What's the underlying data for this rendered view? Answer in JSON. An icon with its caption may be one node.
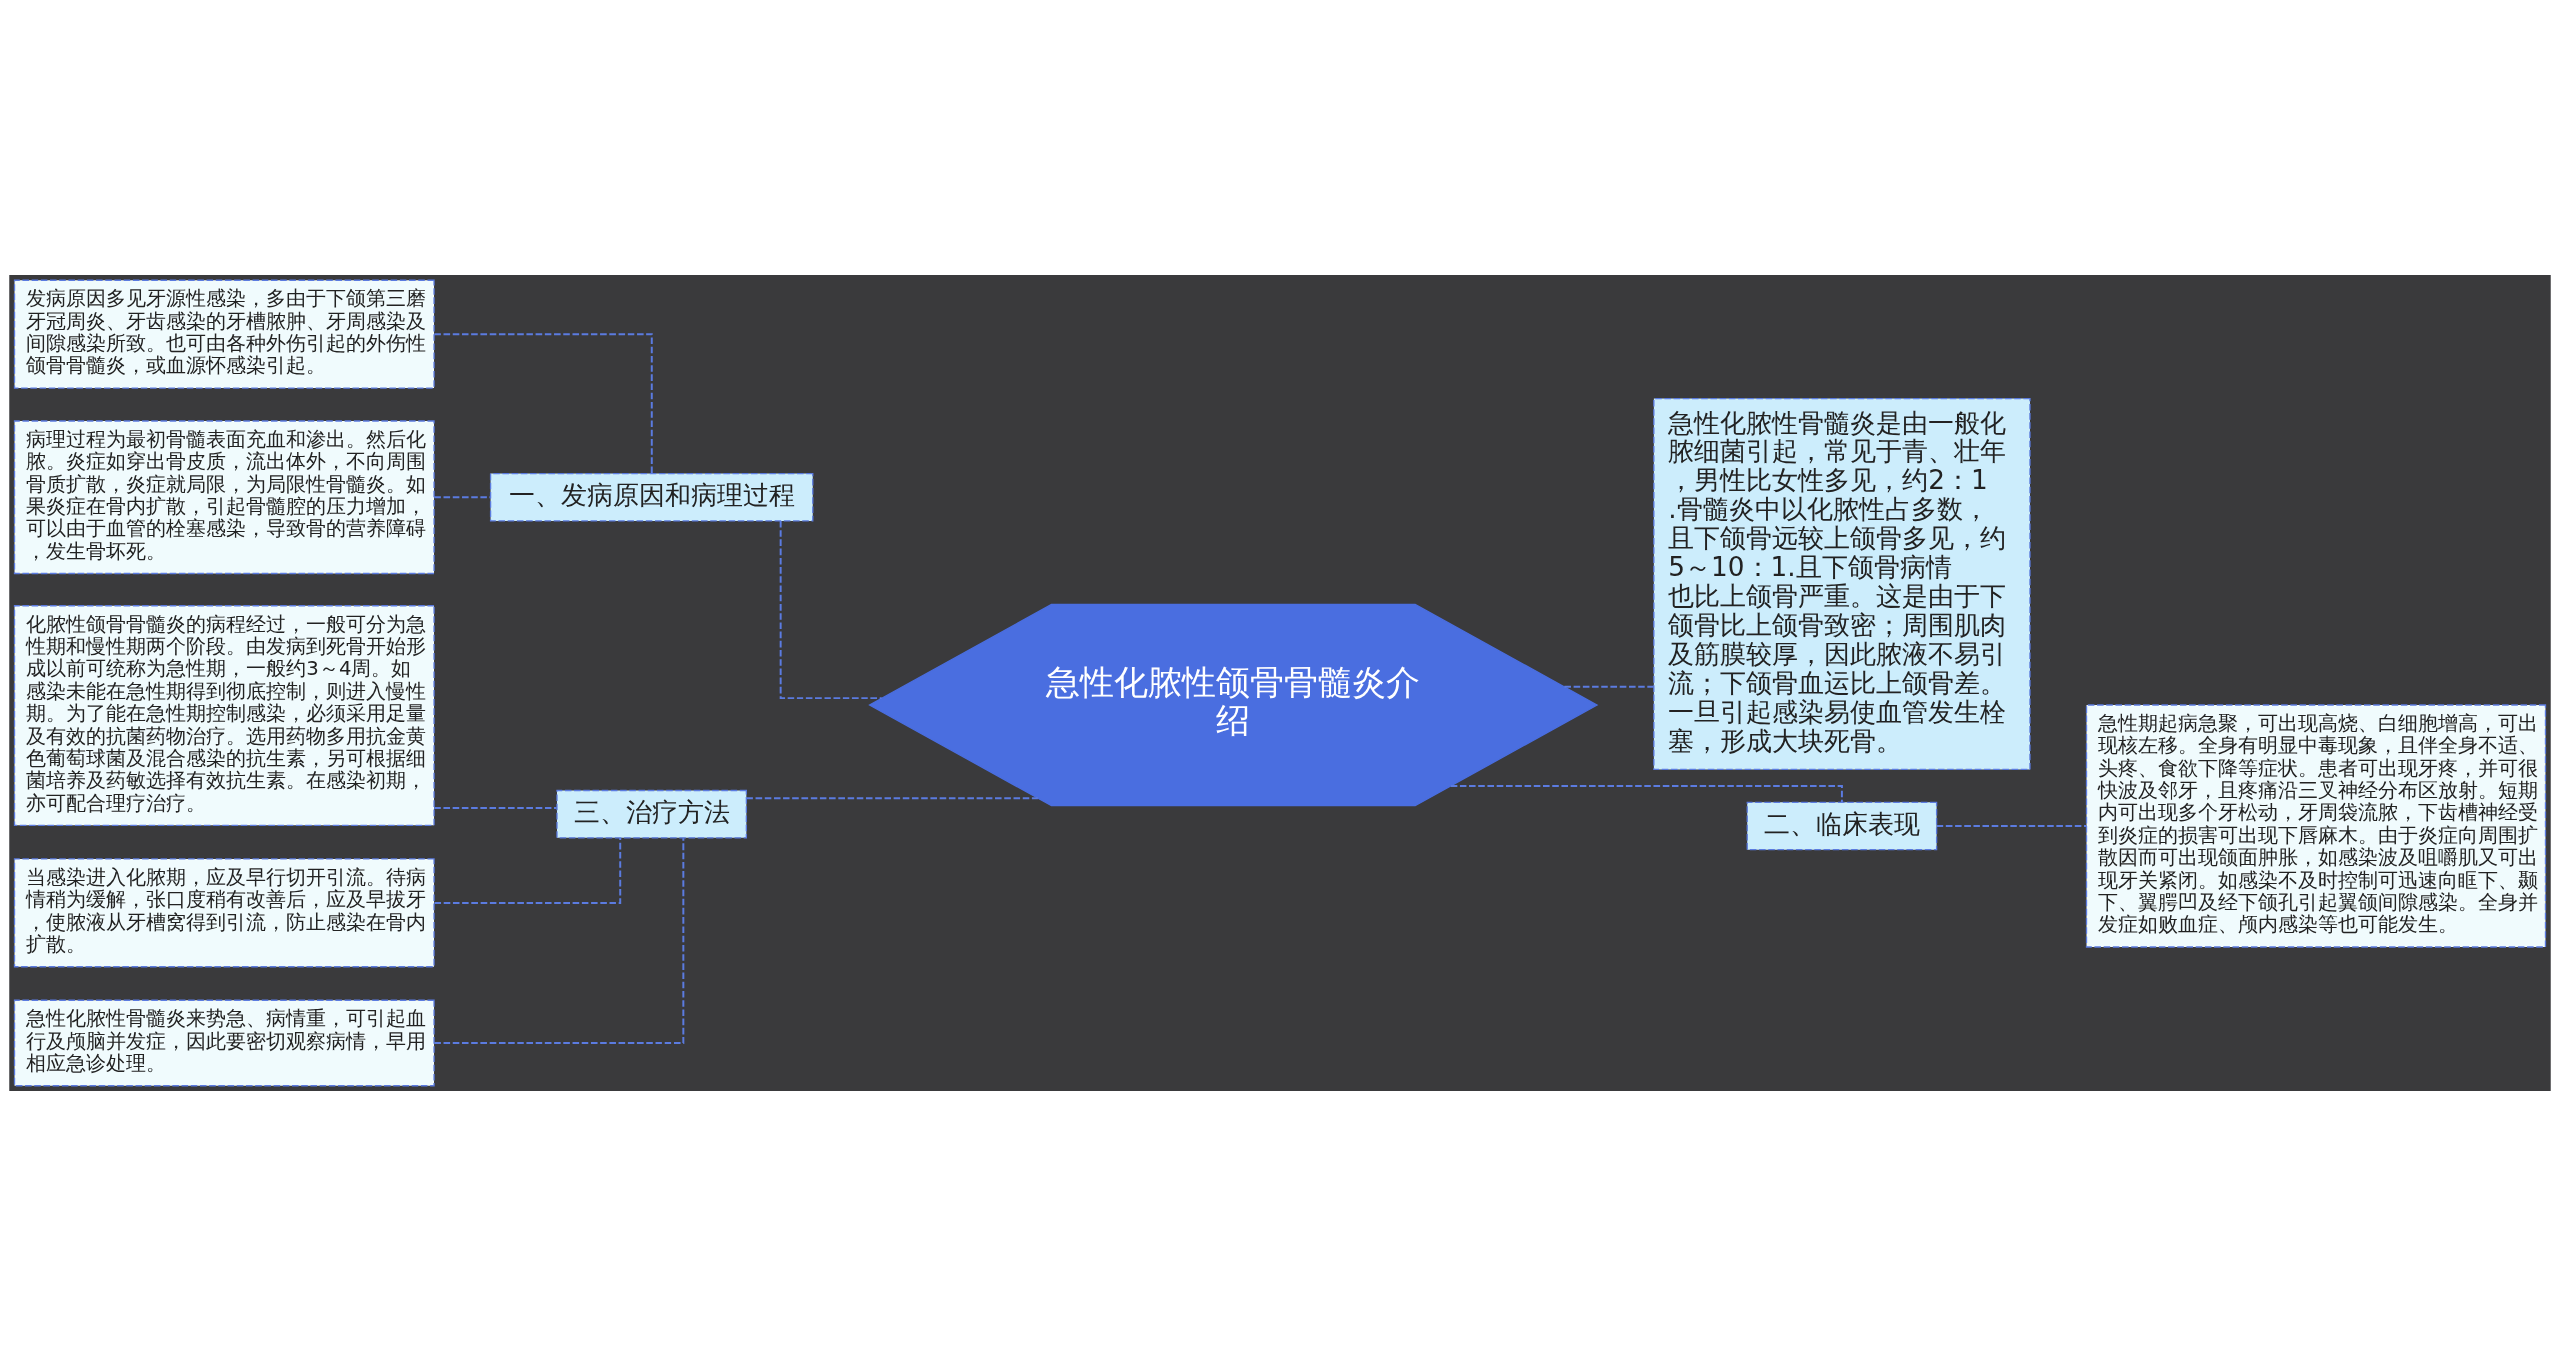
{
  "diagram": {
    "nodes": [
      {
        "text": [
          "急性化脓性颌骨骨髓炎介绍"
        ]
      },
      {
        "text": [
          "一、发病原因和病理过程"
        ]
      },
      {
        "text": [
          "发病原因多见牙源性感染，多由于下颌第三磨牙冠周炎、牙齿感染的牙槽脓肿、牙周感染及间隙感染所致。也可由各种外伤引起的外伤性颌骨骨髓炎，或血源怀感染引起。"
        ]
      },
      {
        "text": [
          "病理过程为最初骨髓表面充血和渗出。然后化脓。炎症如穿出骨皮质，流出体外，不向周围骨质扩散，炎症就局限，为局限性骨髓炎。如果炎症在骨内扩散，引起骨髓腔的压力增加，可以由于血管的栓塞感染，导致骨的营养障碍，发生骨坏死。"
        ]
      },
      {
        "text": [
          "三、治疗方法"
        ]
      },
      {
        "text": [
          "化脓性颌骨骨髓炎的病程经过，一般可分为急性期和慢性期两个阶段。由发病到死骨开始形成以前可统称为急性期，一般约3～4周。如感染未能在急性期得到彻底控制，则进入慢性期。为了能在急性期控制感染，必须采用足量及有效的抗菌药物治疗。选用药物多用抗金黄色葡萄球菌及混合感染的抗生素，另可根据细菌培养及药敏选择有效抗生素。在感染初期，亦可配合理疗治疗。"
        ]
      },
      {
        "text": [
          "当感染进入化脓期，应及早行切开引流。待病情稍为缓解，张口度稍有改善后，应及早拔牙，使脓液从牙槽窝得到引流，防止感染在骨内扩散。"
        ]
      },
      {
        "text": [
          "急性化脓性骨髓炎来势急、病情重，可引起血行及颅脑并发症，因此要密切观察病情，早用相应急诊处理。"
        ]
      },
      {
        "text": [
          "急性化脓性骨髓炎是由一般化脓细菌引起，常见于青、壮年，男性比女性多见，约2：1.骨髓炎中以化脓性占多数，且下颌骨远较上颌骨多见，约5～10：1.且下颌骨病情也比上颌骨严重。这是由于下颌骨比上颌骨致密；周围肌肉及筋膜较厚，因此脓液不易引流；下颌骨血运比上颌骨差。一旦引起感染易使血管发生栓塞，形成大块死骨。"
        ]
      },
      {
        "text": [
          "二、临床表现"
        ]
      },
      {
        "text": [
          "急性期起病急聚，可出现高烧、白细胞增高，可出现核左移。全身有明显中毒现象，且伴全身不适、头疼、食欲下降等症状。患者可出现牙疼，并可很快波及邻牙，且疼痛沿三叉神经分布区放射。短期内可出现多个牙松动，牙周袋流脓，下齿槽神经受到炎症的损害可出现下唇麻木。由于炎症向周围扩散因而可出现颌面肿胀，如感染波及咀嚼肌又可出现牙关紧闭。如感染不及时控制可迅速向眶下、颞下、翼腭凹及经下颌孔引起翼颌间隙感染。全身并发症如败血症、颅内感染等也可能发生。"
        ]
      }
    ],
    "edges": [
      {
        "from": 0,
        "to": 1,
        "arrow": "none",
        "style": "dashed"
      },
      {
        "from": 1,
        "to": 2,
        "arrow": "none",
        "style": "dashed"
      },
      {
        "from": 1,
        "to": 3,
        "arrow": "none",
        "style": "dashed"
      },
      {
        "from": 0,
        "to": 4,
        "arrow": "none",
        "style": "dashed"
      },
      {
        "from": 4,
        "to": 5,
        "arrow": "none",
        "style": "dashed"
      },
      {
        "from": 4,
        "to": 6,
        "arrow": "none",
        "style": "dashed"
      },
      {
        "from": 4,
        "to": 7,
        "arrow": "none",
        "style": "dashed"
      },
      {
        "from": 0,
        "to": 8,
        "arrow": "none",
        "style": "dashed"
      },
      {
        "from": 0,
        "to": 9,
        "arrow": "none",
        "style": "dashed"
      },
      {
        "from": 9,
        "to": 10,
        "arrow": "none",
        "style": "dashed"
      }
    ]
  }
}
